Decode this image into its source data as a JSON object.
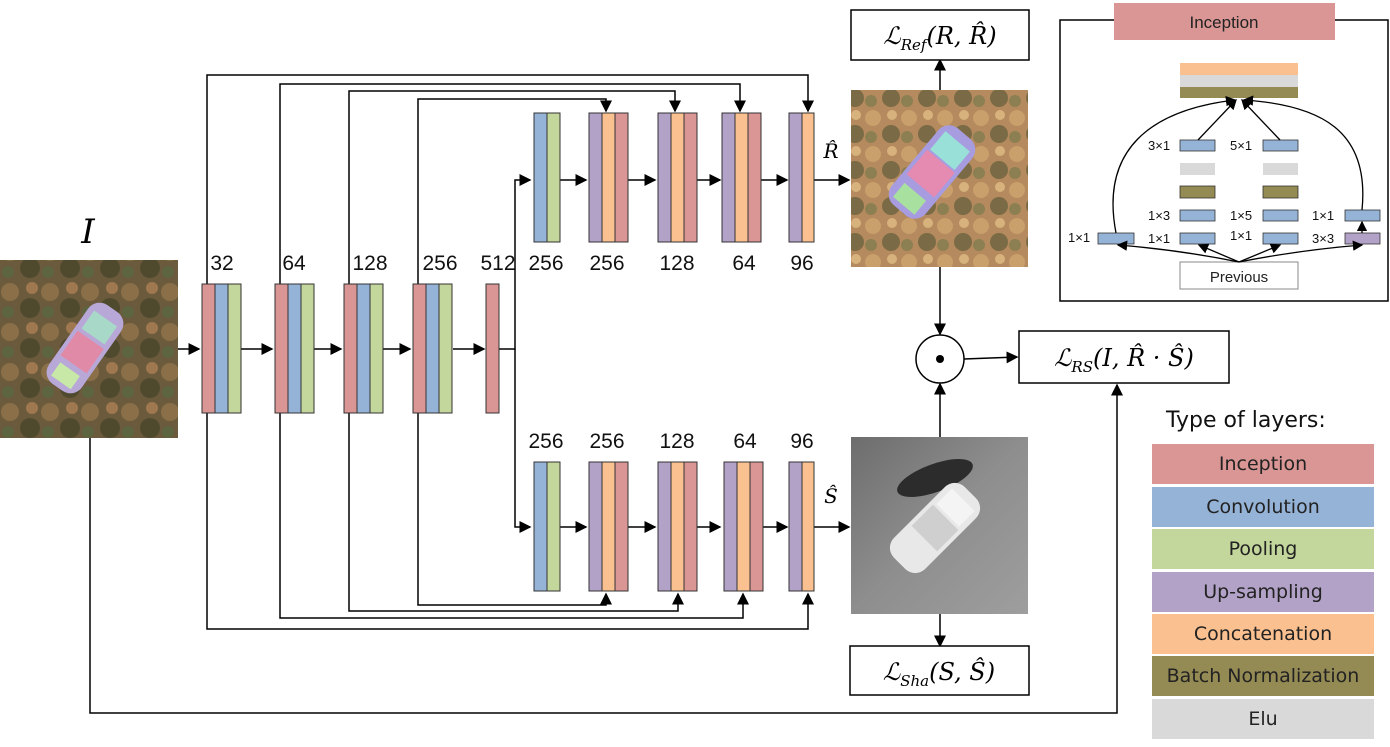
{
  "input_label": "I",
  "reflectance_label": "R̂",
  "shading_label": "Ŝ",
  "encoder_channels": [
    "32",
    "64",
    "128",
    "256",
    "512"
  ],
  "decoder_top_channels": [
    "256",
    "256",
    "128",
    "64",
    "96"
  ],
  "decoder_bottom_channels": [
    "256",
    "256",
    "128",
    "64",
    "96"
  ],
  "losses": {
    "ref": {
      "script": "ℒ",
      "sub": "Ref",
      "args": "(R, R̂)"
    },
    "sha": {
      "script": "ℒ",
      "sub": "Sha",
      "args": "(S, Ŝ)"
    },
    "rs": {
      "script": "ℒ",
      "sub": "RS",
      "args": "(I, R̂ · Ŝ)"
    }
  },
  "combine_symbol": "•",
  "inception_detail": {
    "title": "Inception",
    "previous": "Previous",
    "kernels": [
      "1×1",
      "3×1",
      "1×3",
      "1×1",
      "5×1",
      "1×5",
      "1×1",
      "1×1",
      "3×3"
    ]
  },
  "legend": {
    "title": "Type of layers:",
    "items": [
      {
        "label": "Inception",
        "color": "#d99694"
      },
      {
        "label": "Convolution",
        "color": "#95b3d7"
      },
      {
        "label": "Pooling",
        "color": "#c3d69b"
      },
      {
        "label": "Up-sampling",
        "color": "#b3a2c7"
      },
      {
        "label": "Concatenation",
        "color": "#fac090"
      },
      {
        "label": "Batch Normalization",
        "color": "#948a54"
      },
      {
        "label": "Elu",
        "color": "#d9d9d9"
      }
    ]
  }
}
